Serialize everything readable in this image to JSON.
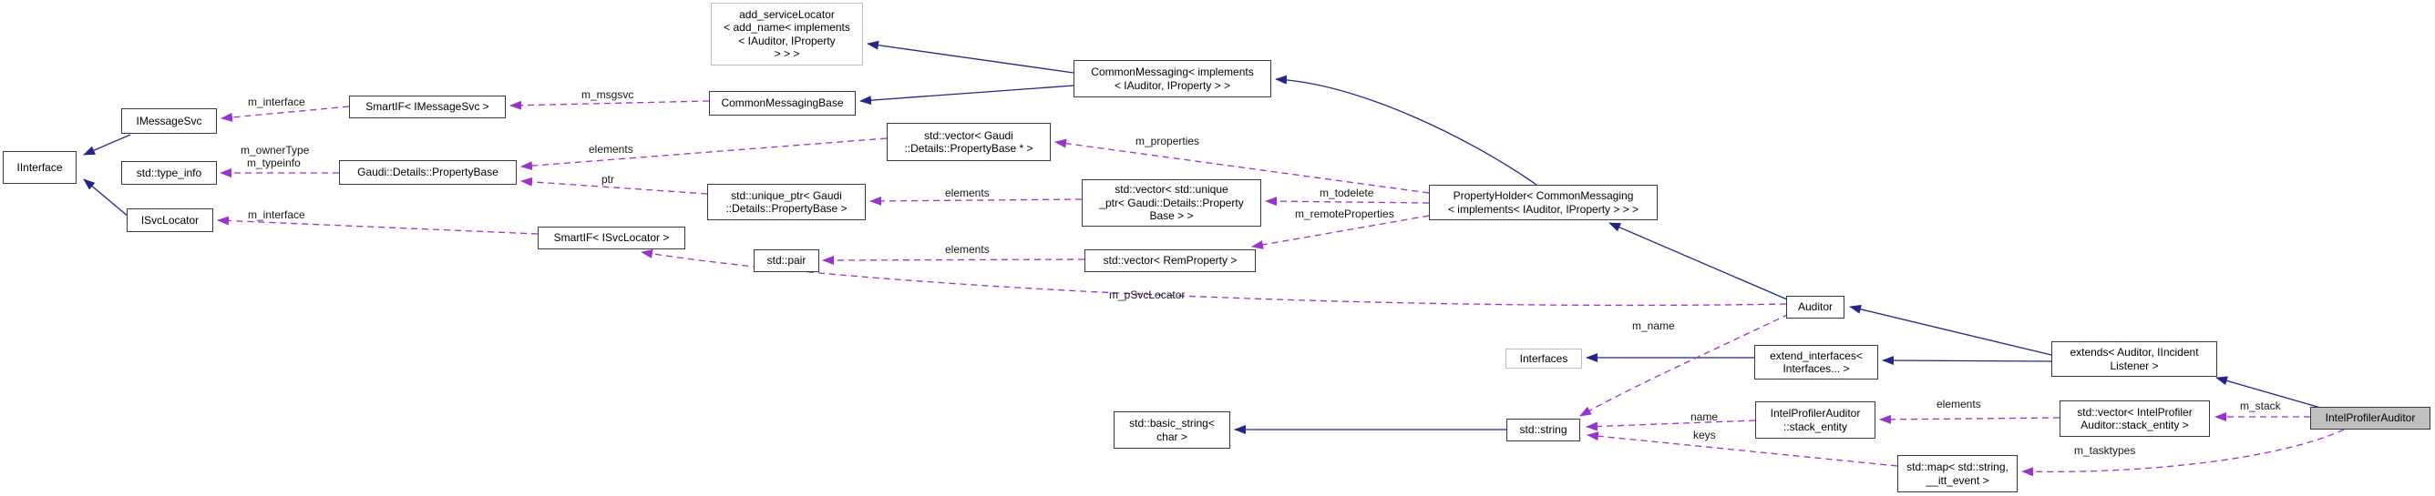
{
  "diagram": {
    "title": "IntelProfilerAuditor collaboration graph",
    "colors": {
      "inheritance_edge": "#24258c",
      "usage_edge": "#9a32cd",
      "node_border": "#3a3a3a",
      "external_node_border": "#bdbdbd",
      "focus_node_fill": "#bfbfbf"
    },
    "nodes": {
      "iinterface": "IInterface",
      "imessagesvc": "IMessageSvc",
      "type_info": "std::type_info",
      "isvclocator": "ISvcLocator",
      "smartif_imessagesvc": "SmartIF< IMessageSvc >",
      "propertybase": "Gaudi::Details::PropertyBase",
      "smartif_isvclocator": "SmartIF< ISvcLocator >",
      "add_servicelocator": "add_serviceLocator\n< add_name< implements\n< IAuditor, IProperty\n> > >",
      "commonmessagingbase": "CommonMessagingBase",
      "commonmessaging": "CommonMessaging< implements\n< IAuditor, IProperty > >",
      "vector_propertybase": "std::vector< Gaudi\n::Details::PropertyBase * >",
      "unique_ptr": "std::unique_ptr< Gaudi\n::Details::PropertyBase >",
      "pair": "std::pair",
      "vector_unique_ptr": "std::vector< std::unique\n_ptr< Gaudi::Details::Property\nBase > >",
      "vector_remproperty": "std::vector< RemProperty >",
      "propertyholder": "PropertyHolder< CommonMessaging\n< implements< IAuditor, IProperty > > >",
      "auditor": "Auditor",
      "interfaces": "Interfaces",
      "extend_interfaces": "extend_interfaces<\nInterfaces... >",
      "extends": "extends< Auditor, IIncident\nListener >",
      "vector_stack_entity": "std::vector< IntelProfiler\nAuditor::stack_entity >",
      "intelprofilerauditor": "IntelProfilerAuditor",
      "stack_entity": "IntelProfilerAuditor\n::stack_entity",
      "std_string": "std::string",
      "basic_string": "std::basic_string<\nchar >",
      "std_map": "std::map< std::string,\n__itt_event >"
    },
    "edge_labels": {
      "m_interface_msg": "m_interface",
      "m_msgsvc": "m_msgsvc",
      "m_ownerType": "m_ownerType",
      "m_typeinfo": "m_typeinfo",
      "m_interface_svc": "m_interface",
      "elements_pb": "elements",
      "ptr": "ptr",
      "m_properties": "m_properties",
      "elements_uptr": "elements",
      "m_todelete": "m_todelete",
      "m_remoteProperties": "m_remoteProperties",
      "elements_pair": "elements",
      "m_pSvcLocator": "m_pSvcLocator",
      "m_name": "m_name",
      "name": "name",
      "keys": "keys",
      "elements_se": "elements",
      "m_stack": "m_stack",
      "m_tasktypes": "m_tasktypes"
    }
  }
}
